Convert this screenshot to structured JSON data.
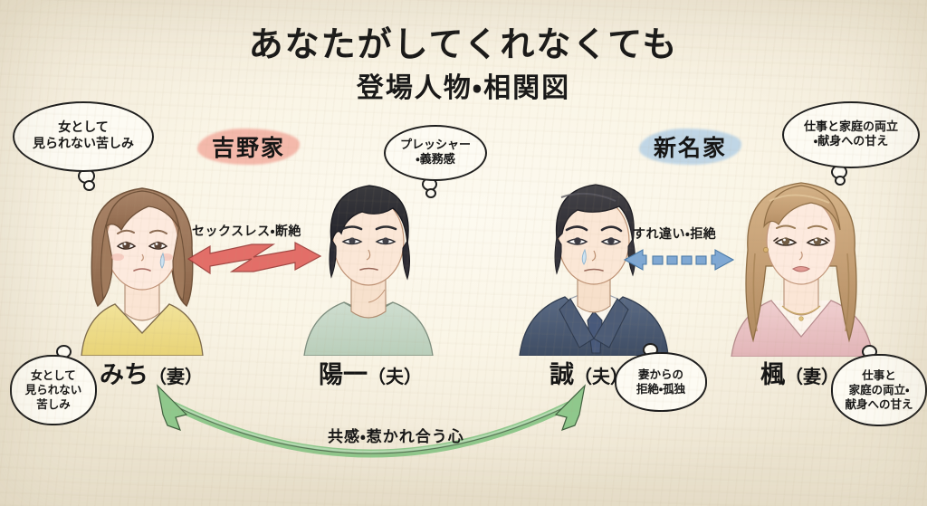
{
  "header": {
    "title": "あなたがしてくれなくても",
    "subtitle": "登場人物・相関図"
  },
  "families": [
    {
      "id": "yoshino",
      "label": "吉野家",
      "color": "#f4b4a6"
    },
    {
      "id": "niina",
      "label": "新名家",
      "color": "#bcd4e6"
    }
  ],
  "characters": [
    {
      "id": "michi",
      "name": "みち",
      "role": "（妻）",
      "family": "吉野家",
      "hair": "brown-bob",
      "outfit": "yellow-vneck",
      "expression": "sad-tear"
    },
    {
      "id": "yoichi",
      "name": "陽一",
      "role": "（夫）",
      "family": "吉野家",
      "hair": "black-short",
      "outfit": "sage-tshirt",
      "expression": "serious"
    },
    {
      "id": "makoto",
      "name": "誠",
      "role": "（夫）",
      "family": "新名家",
      "hair": "dark-swept",
      "outfit": "navy-suit-tie",
      "expression": "troubled-tear"
    },
    {
      "id": "kaede",
      "name": "楓",
      "role": "（妻）",
      "family": "新名家",
      "hair": "long-wavy-light-brown",
      "outfit": "pink-blazer-necklace",
      "expression": "calm-smile"
    }
  ],
  "bubbles": [
    {
      "id": "michi-top",
      "owner": "みち",
      "lines": [
        "女として",
        "見られない苦しみ"
      ]
    },
    {
      "id": "yoichi-top",
      "owner": "陽一",
      "lines": [
        "プレッシャー",
        "・義務感"
      ]
    },
    {
      "id": "kaede-top",
      "owner": "楓",
      "lines": [
        "仕事と家庭の両立",
        "・献身への甘え"
      ]
    },
    {
      "id": "michi-bottom",
      "owner": "みち",
      "lines": [
        "女として",
        "見られない",
        "苦しみ"
      ]
    },
    {
      "id": "makoto-bottom",
      "owner": "誠",
      "lines": [
        "妻からの",
        "拒絶・孤独"
      ]
    },
    {
      "id": "kaede-bottom",
      "owner": "楓",
      "lines": [
        "仕事と",
        "家庭の両立・",
        "献身への甘え"
      ]
    }
  ],
  "relations": [
    {
      "id": "michi-yoichi",
      "from": "みち",
      "to": "陽一",
      "label": "セックスレス・断絶",
      "style": "red-zigzag-double-arrow",
      "color": "#e05a5a"
    },
    {
      "id": "makoto-kaede",
      "from": "誠",
      "to": "楓",
      "label": "すれ違い・拒絶",
      "style": "blue-dashed-double-arrow",
      "color": "#6f9fd0"
    },
    {
      "id": "michi-makoto",
      "from": "みち",
      "to": "誠",
      "label": "共感・惹かれ合う心",
      "style": "green-curved-double-arrow",
      "color": "#8ec48a"
    }
  ]
}
